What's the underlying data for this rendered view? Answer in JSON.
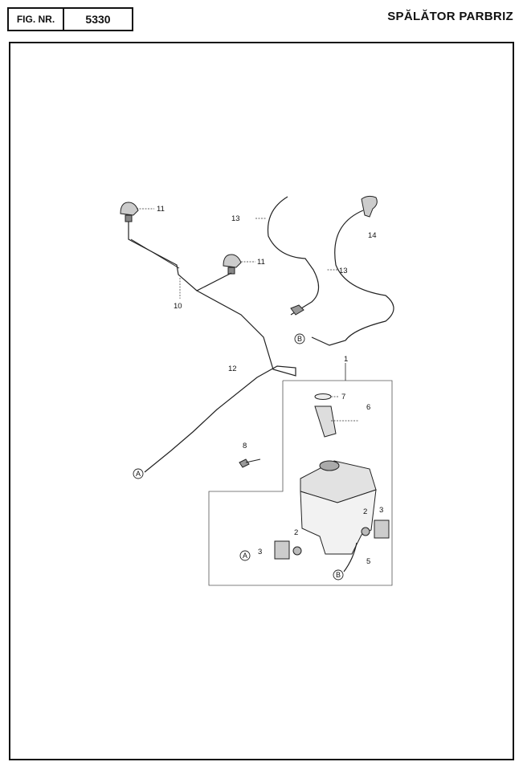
{
  "header": {
    "fig_label": "FIG. NR.",
    "fig_number": "5330",
    "title": "SPĂLĂTOR PARBRIZ"
  },
  "callouts": {
    "p1": "1",
    "p2a": "2",
    "p2b": "2",
    "p3a": "3",
    "p3b": "3",
    "p5": "5",
    "p6": "6",
    "p7": "7",
    "p8": "8",
    "p10": "10",
    "p11a": "11",
    "p11b": "11",
    "p12": "12",
    "p13a": "13",
    "p13b": "13",
    "p14": "14"
  },
  "connectors": {
    "a1": "A",
    "a2": "A",
    "b1": "B",
    "b2": "B"
  }
}
